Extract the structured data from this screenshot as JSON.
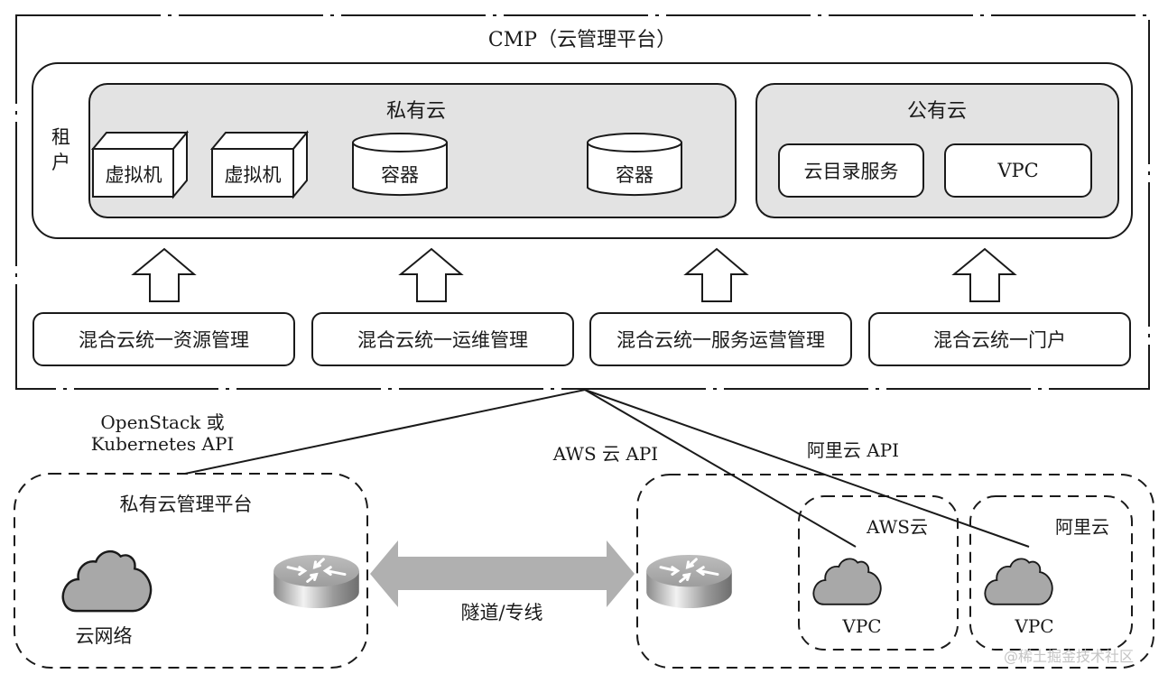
{
  "cmp": {
    "title": "CMP（云管理平台）",
    "tenant_label": "租户",
    "private_cloud": {
      "title": "私有云",
      "items": [
        {
          "type": "vm",
          "label": "虚拟机"
        },
        {
          "type": "vm",
          "label": "虚拟机"
        },
        {
          "type": "container",
          "label": "容器"
        },
        {
          "type": "container",
          "label": "容器"
        }
      ]
    },
    "public_cloud": {
      "title": "公有云",
      "items": [
        {
          "label": "云目录服务"
        },
        {
          "label": "VPC"
        }
      ]
    },
    "management_modules": [
      {
        "label": "混合云统一资源管理"
      },
      {
        "label": "混合云统一运维管理"
      },
      {
        "label": "混合云统一服务运营管理"
      },
      {
        "label": "混合云统一门户"
      }
    ]
  },
  "connections": {
    "openstack_api_line1": "OpenStack 或",
    "openstack_api_line2": "Kubernetes API",
    "aws_api": "AWS 云 API",
    "aliyun_api": "阿里云 API",
    "tunnel": "隧道/专线"
  },
  "private_platform": {
    "title": "私有云管理平台",
    "cloud_network": "云网络"
  },
  "public_side": {
    "aws": {
      "title": "AWS云",
      "vpc": "VPC"
    },
    "aliyun": {
      "title": "阿里云",
      "vpc": "VPC"
    }
  },
  "watermark": "@稀土掘金技术社区",
  "colors": {
    "panel_gray": "#e3e3e3",
    "cloud_gray": "#a8a8a8",
    "arrow_gray": "#b0b0b0",
    "line": "#1a1a1a"
  }
}
